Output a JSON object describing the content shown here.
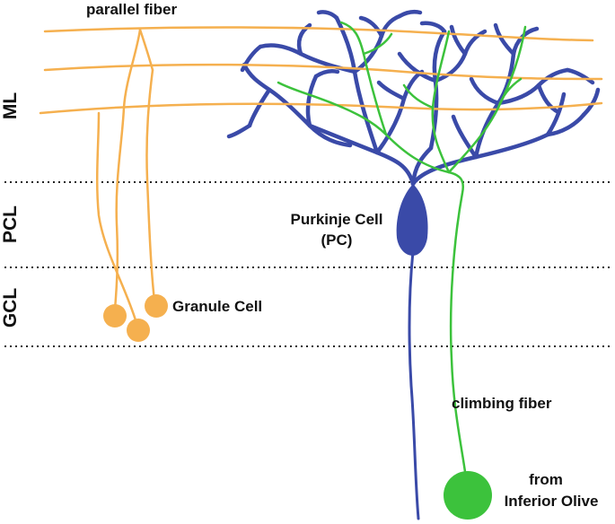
{
  "layers": [
    {
      "id": "ml",
      "label": "ML"
    },
    {
      "id": "pcl",
      "label": "PCL"
    },
    {
      "id": "gcl",
      "label": "GCL"
    }
  ],
  "labels": {
    "parallel_fiber": "parallel fiber",
    "purkinje_line1": "Purkinje Cell",
    "purkinje_line2": "(PC)",
    "granule_cell": "Granule Cell",
    "climbing_fiber": "climbing fiber",
    "olive_line1": "from",
    "olive_line2": "Inferior Olive"
  },
  "colors": {
    "granule": "#f5b04f",
    "purkinje": "#3a4aa8",
    "climbing": "#3cc23c",
    "text": "#111111",
    "divider": "#222222"
  }
}
